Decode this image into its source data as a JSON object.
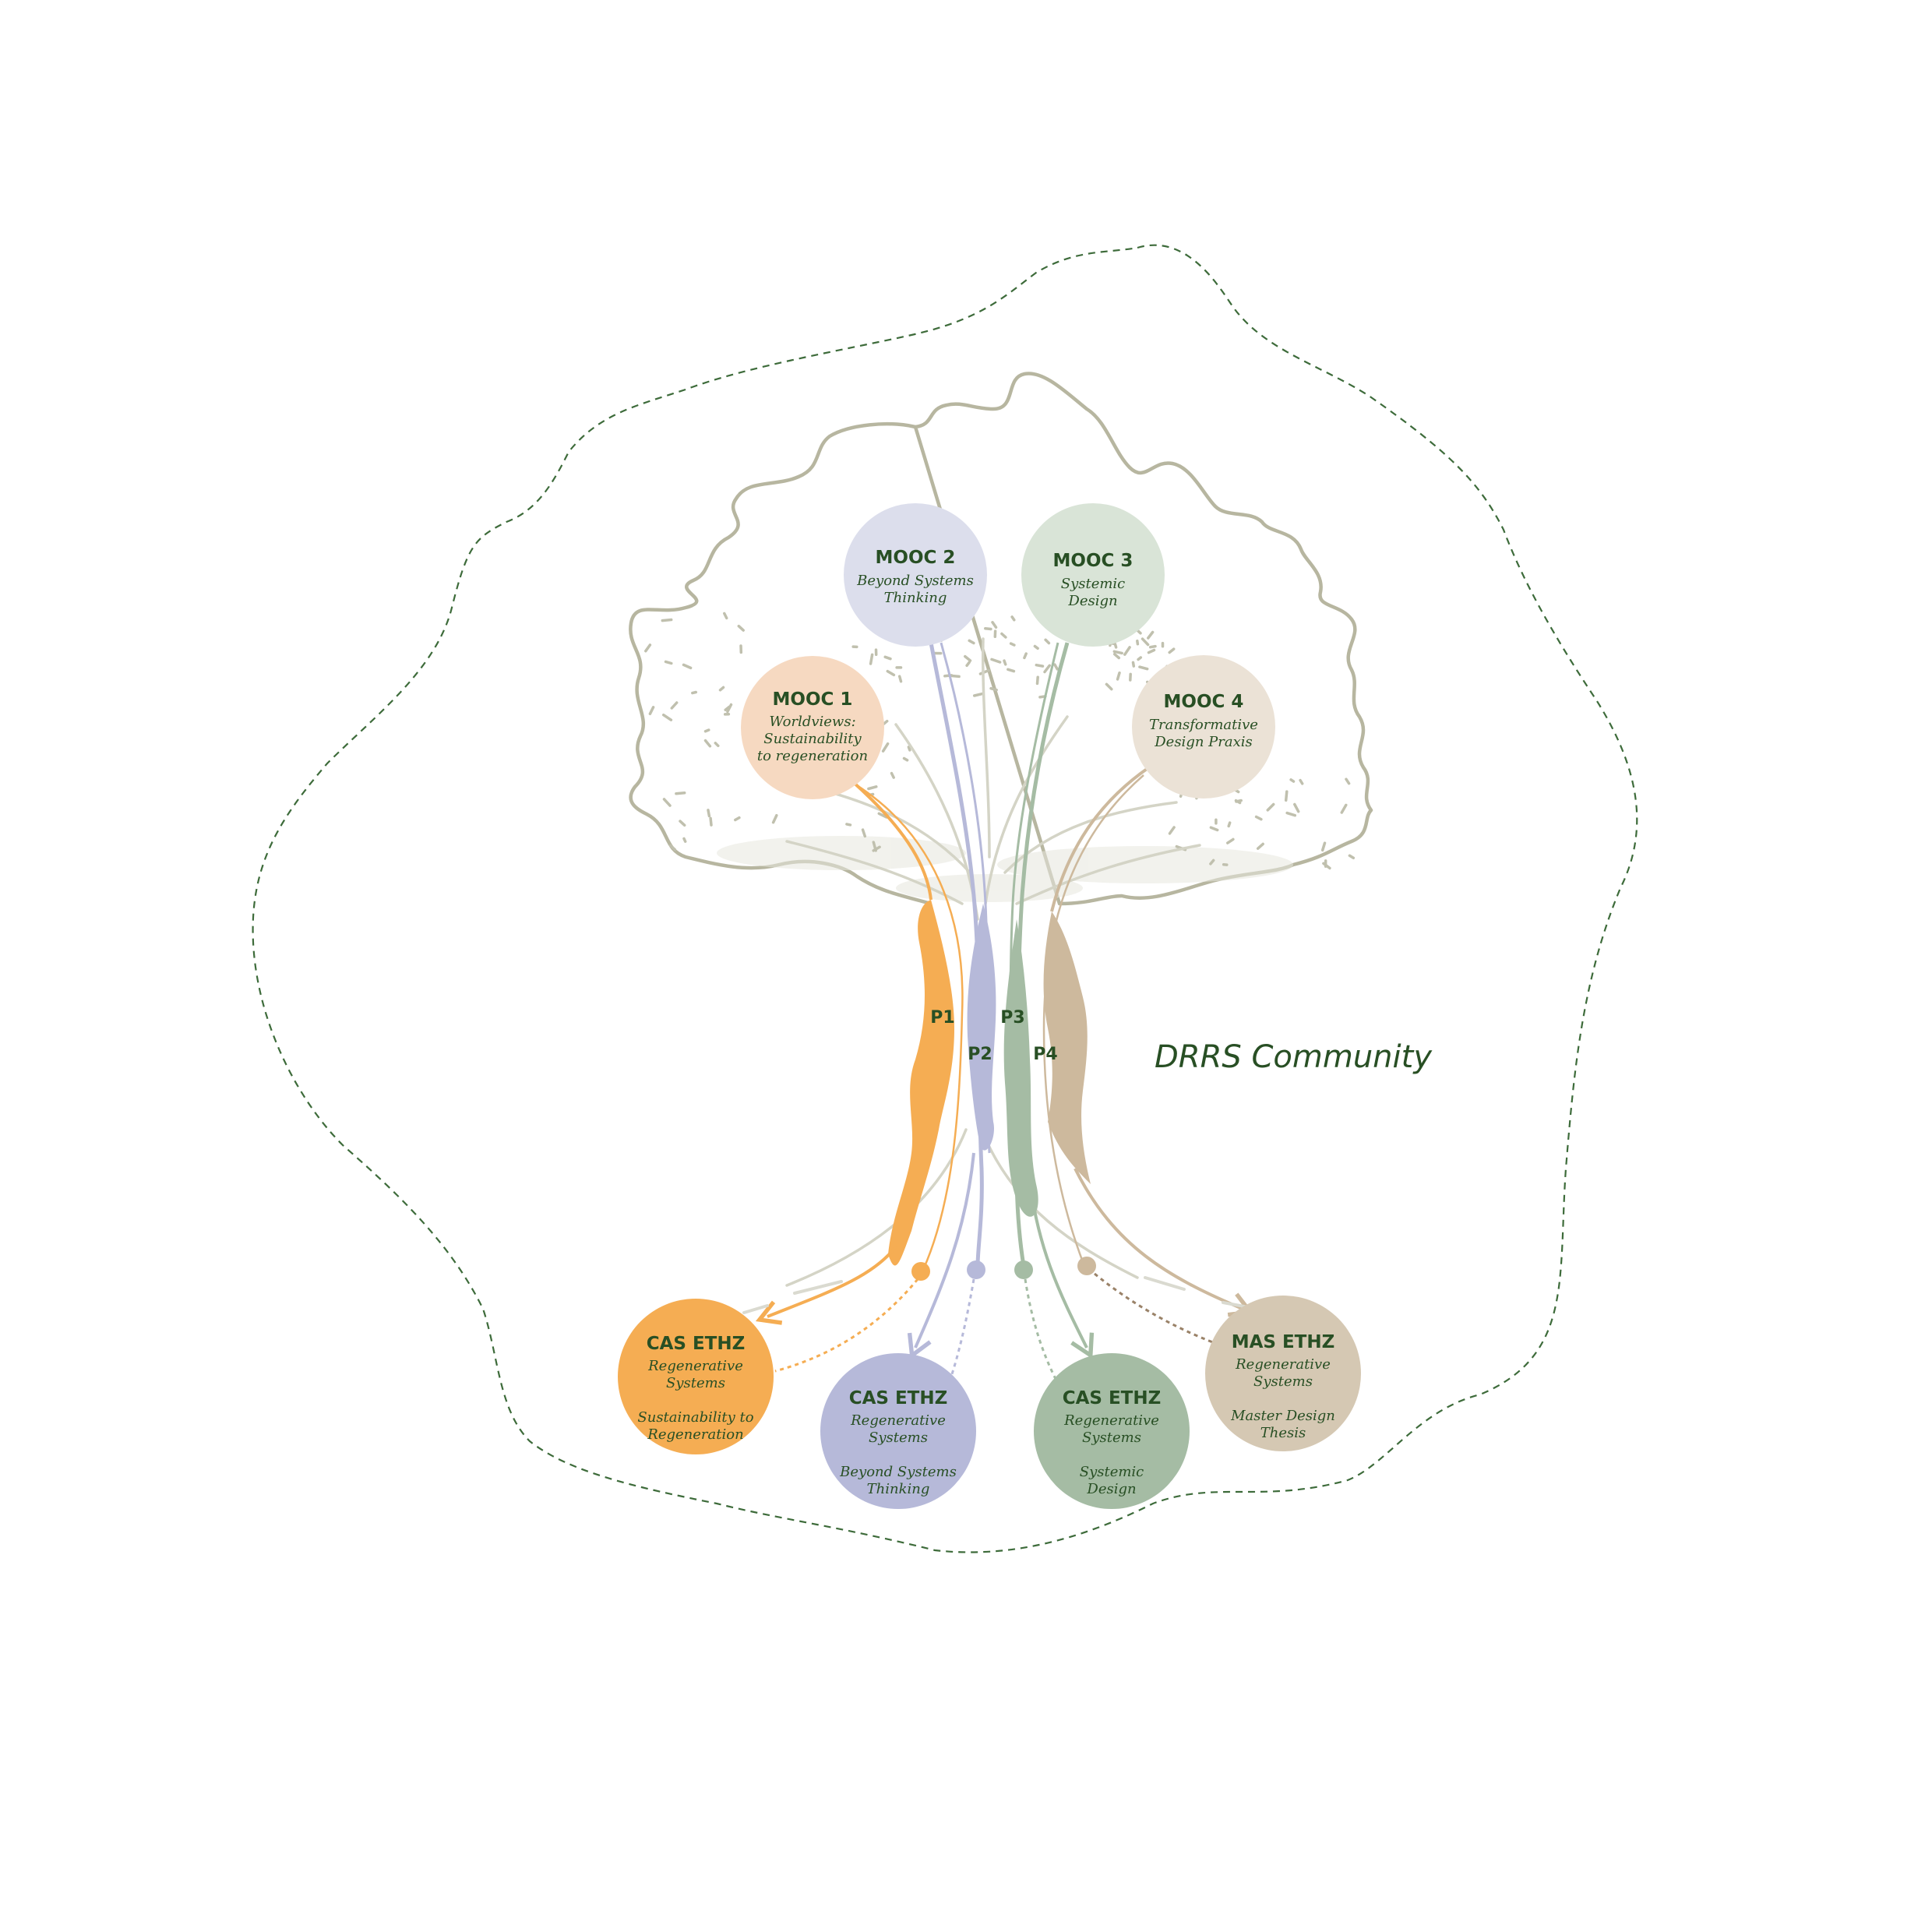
{
  "diagram": {
    "community_label": "DRRS Community",
    "colors": {
      "p1": "#f5ad53",
      "p2": "#b6b9d9",
      "p3": "#a5bca4",
      "p4": "#cdb99d",
      "tree_line": "#b7b6a0",
      "text": "#284f24",
      "boundary": "#3d6b3a"
    },
    "moocs": [
      {
        "id": "mooc1",
        "title": "MOOC 1",
        "lines": [
          "Worldviews:",
          "Sustainability",
          "to regeneration"
        ],
        "fill": "#f6d9c1"
      },
      {
        "id": "mooc2",
        "title": "MOOC 2",
        "lines": [
          "Beyond Systems",
          "Thinking"
        ],
        "fill": "#dcdeec"
      },
      {
        "id": "mooc3",
        "title": "MOOC 3",
        "lines": [
          "Systemic",
          "Design"
        ],
        "fill": "#d9e4d7"
      },
      {
        "id": "mooc4",
        "title": "MOOC 4",
        "lines": [
          "Transformative",
          "Design Praxis"
        ],
        "fill": "#ebe2d6"
      }
    ],
    "certificates": [
      {
        "id": "cas1",
        "title": "CAS ETHZ",
        "lines": [
          "Regenerative",
          "Systems",
          "",
          "Sustainability to",
          "Regeneration"
        ],
        "fill": "#f5ad53"
      },
      {
        "id": "cas2",
        "title": "CAS ETHZ",
        "lines": [
          "Regenerative",
          "Systems",
          "",
          "Beyond Systems",
          "Thinking"
        ],
        "fill": "#b6b9d9"
      },
      {
        "id": "cas3",
        "title": "CAS ETHZ",
        "lines": [
          "Regenerative",
          "Systems",
          "",
          "Systemic",
          "Design"
        ],
        "fill": "#a5bca4"
      },
      {
        "id": "mas",
        "title": "MAS ETHZ",
        "lines": [
          "Regenerative",
          "Systems",
          "",
          "Master Design",
          "Thesis"
        ],
        "fill": "#d5c8b3"
      }
    ],
    "paths": [
      {
        "id": "p1",
        "label": "P1"
      },
      {
        "id": "p2",
        "label": "P2"
      },
      {
        "id": "p3",
        "label": "P3"
      },
      {
        "id": "p4",
        "label": "P4"
      }
    ]
  }
}
